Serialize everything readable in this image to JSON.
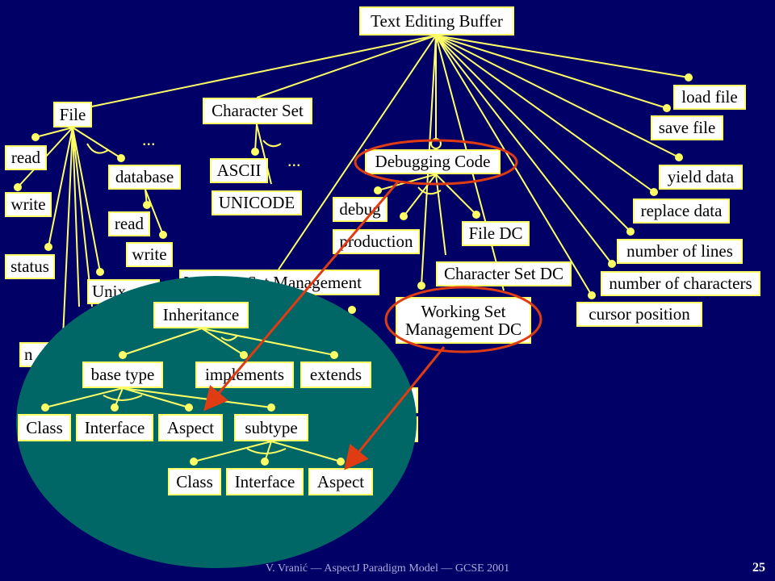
{
  "colors": {
    "background": "#000066",
    "node_fill": "#ffffff",
    "node_border": "#ffff66",
    "edge": "#ffff66",
    "ellipse": "#006666",
    "highlight": "#e03c14"
  },
  "footer": {
    "text": "V. Vranić — AspectJ Paradigm Model — GCSE 2001",
    "page": "25"
  },
  "diagram": {
    "ellipsis": "...",
    "nodes": {
      "teb": "Text Editing Buffer",
      "file": "File",
      "charset": "Character Set",
      "read": "read",
      "write": "write",
      "status": "status",
      "database": "database",
      "db_read": "read",
      "db_write": "write",
      "unix": "Unix",
      "partial_n": "n",
      "ascii": "ASCII",
      "unicode": "UNICODE",
      "debugging": "Debugging Code",
      "debug": "debug",
      "production": "production",
      "filedc": "File DC",
      "csdc": "Character Set DC",
      "wsm": "Working Set Management",
      "wsmdc": "Working Set Management DC",
      "load": "load file",
      "save": "save file",
      "yield": "yield data",
      "replace": "replace data",
      "lines": "number of lines",
      "chars": "number of characters",
      "cursor": "cursor position",
      "inheritance": "Inheritance",
      "basetype": "base type",
      "implements": "implements",
      "extends": "extends",
      "class1": "Class",
      "interface1": "Interface",
      "aspect1": "Aspect",
      "subtype": "subtype",
      "class2": "Class",
      "interface2": "Interface",
      "aspect2": "Aspect"
    }
  }
}
